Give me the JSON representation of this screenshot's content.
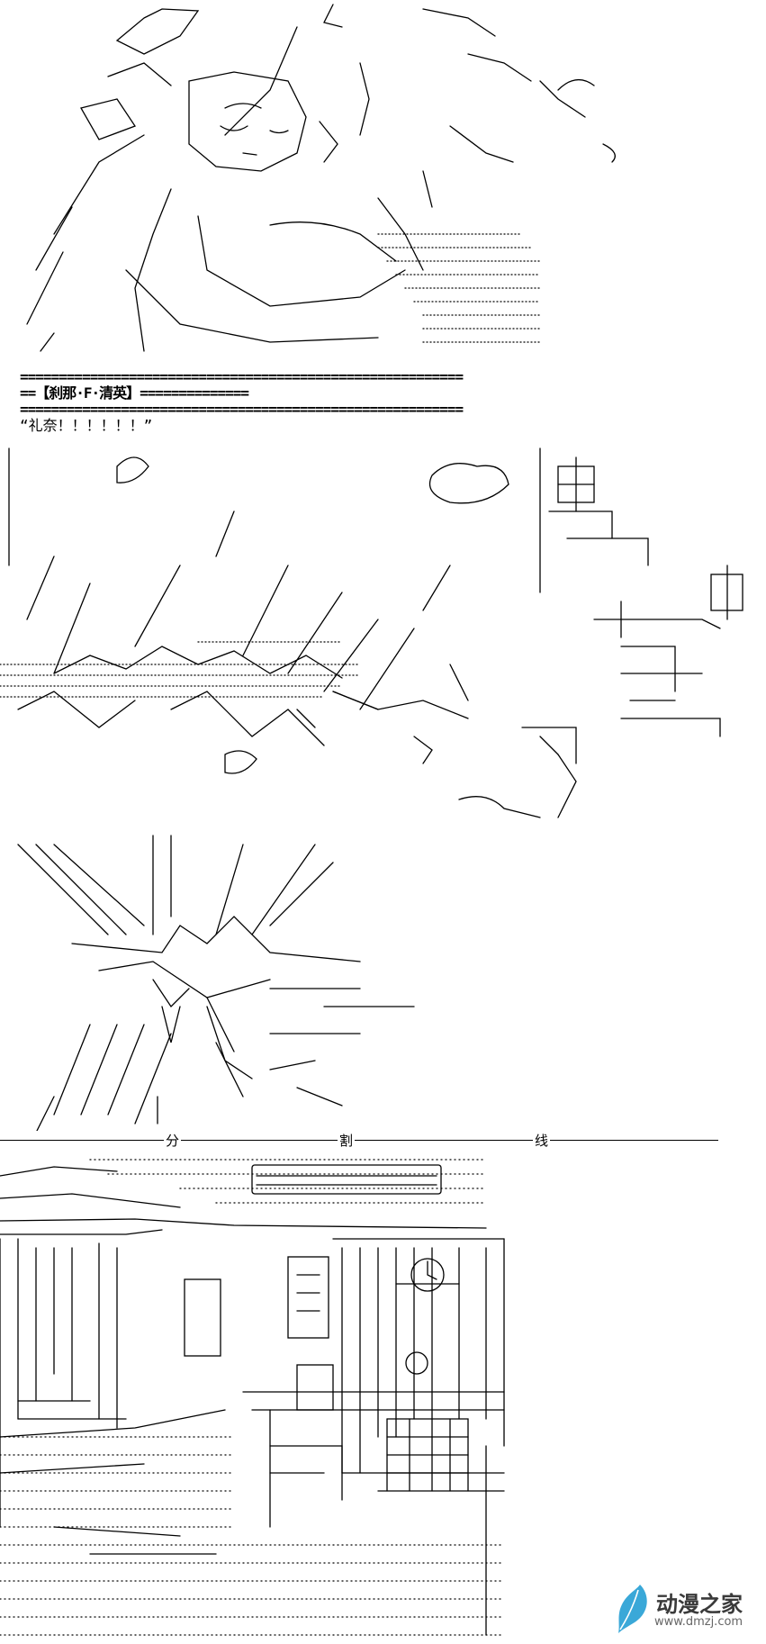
{
  "panel1": {
    "separator_top": "=========================================================",
    "speaker_line": "==【刹那·F·清英】==============",
    "separator_bottom": "=========================================================",
    "dialogue": "“礼奈！！！！！！”"
  },
  "divider": {
    "char1": "分",
    "char2": "割",
    "char3": "线"
  },
  "watermark": {
    "name": "动漫之家",
    "url": "www.dmzj.com",
    "accent": "#3aa8d8"
  }
}
